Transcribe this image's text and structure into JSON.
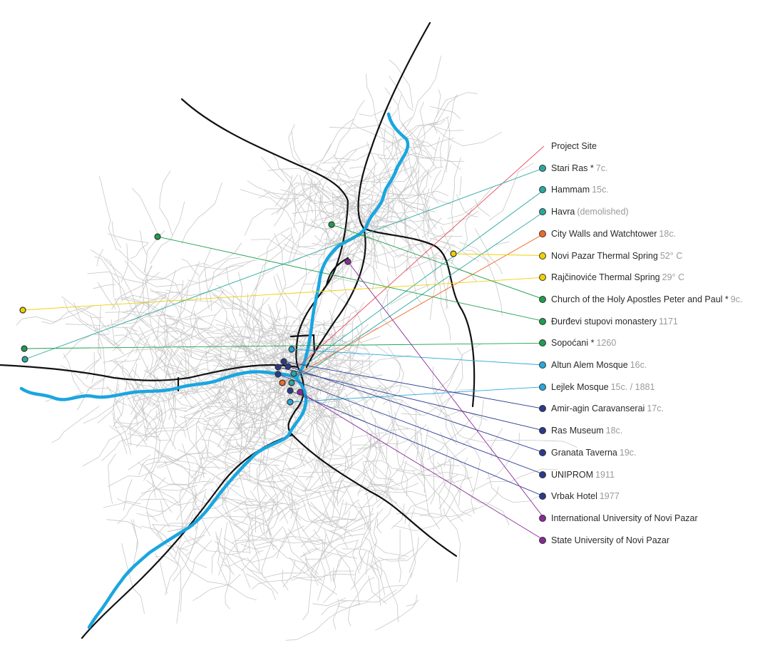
{
  "colors": {
    "project": "#e84a5f",
    "teal": "#2aa8a0",
    "orange": "#f06a2a",
    "yellow": "#f0d000",
    "green": "#1e9e4e",
    "lightblue": "#28a8dc",
    "navy": "#2a3a8c",
    "purple": "#8a2a9a",
    "river": "#1aa6e0",
    "road": "#111111",
    "street": "#c8c8c8"
  },
  "legend": [
    {
      "name": "Project Site",
      "date": "",
      "color": "project"
    },
    {
      "name": "Stari Ras *",
      "date": "7c.",
      "color": "teal"
    },
    {
      "name": "Hammam",
      "date": "15c.",
      "color": "teal"
    },
    {
      "name": "Havra",
      "date": "(demolished)",
      "color": "teal"
    },
    {
      "name": "City Walls and Watchtower",
      "date": "18c.",
      "color": "orange"
    },
    {
      "name": "Novi Pazar Thermal Spring",
      "date": "52° C",
      "color": "yellow"
    },
    {
      "name": "Rajčinoviće Thermal Spring",
      "date": "29° C",
      "color": "yellow"
    },
    {
      "name": "Church of the Holy Apostles Peter and Paul *",
      "date": "9c.",
      "color": "green"
    },
    {
      "name": "Đurđevi stupovi monastery",
      "date": "1171",
      "color": "green"
    },
    {
      "name": "Sopoćani *",
      "date": "1260",
      "color": "green"
    },
    {
      "name": "Altun Alem Mosque",
      "date": "16c.",
      "color": "lightblue"
    },
    {
      "name": "Lejlek Mosque",
      "date": "15c. / 1881",
      "color": "lightblue"
    },
    {
      "name": "Amir-agin Caravanserai",
      "date": "17c.",
      "color": "navy"
    },
    {
      "name": "Ras Museum",
      "date": "18c.",
      "color": "navy"
    },
    {
      "name": "Granata Taverna",
      "date": "19c.",
      "color": "navy"
    },
    {
      "name": "UNIPROM",
      "date": "1911",
      "color": "navy"
    },
    {
      "name": "Vrbak Hotel",
      "date": "1977",
      "color": "navy"
    },
    {
      "name": "International University of Novi Pazar",
      "date": "",
      "color": "purple"
    },
    {
      "name": "State University of Novi Pazar",
      "date": "",
      "color": "purple"
    }
  ]
}
